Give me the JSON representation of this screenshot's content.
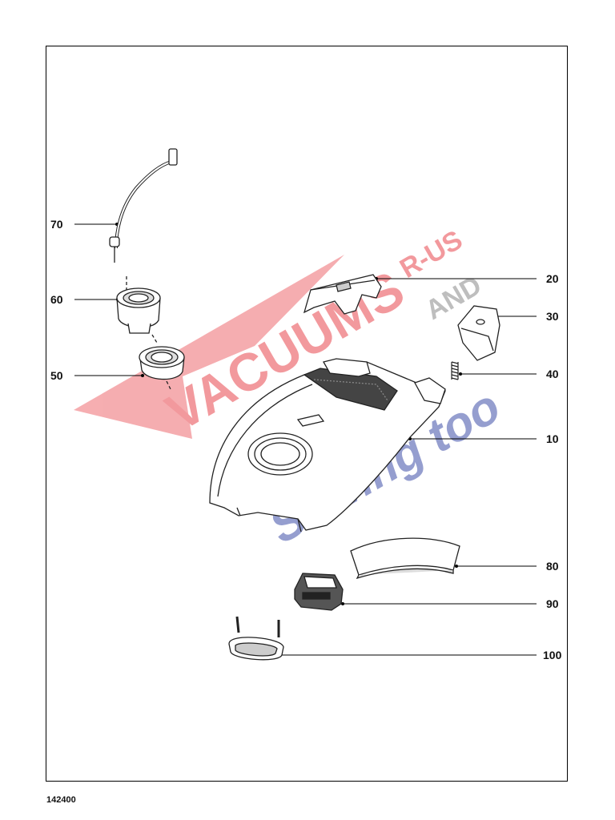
{
  "callouts": {
    "c70": "70",
    "c60": "60",
    "c50": "50",
    "c20": "20",
    "c30": "30",
    "c40": "40",
    "c10": "10",
    "c80": "80",
    "c90": "90",
    "c100": "100"
  },
  "page_number": "142400",
  "watermark": {
    "word_vacuums": "VACUUMS",
    "word_rus": "R-US",
    "word_and": "AND",
    "word_sewing": "Sewing too",
    "colors": {
      "red": "#e8474e",
      "blue": "#3f4fa8",
      "gray": "#8a8a8a"
    }
  }
}
